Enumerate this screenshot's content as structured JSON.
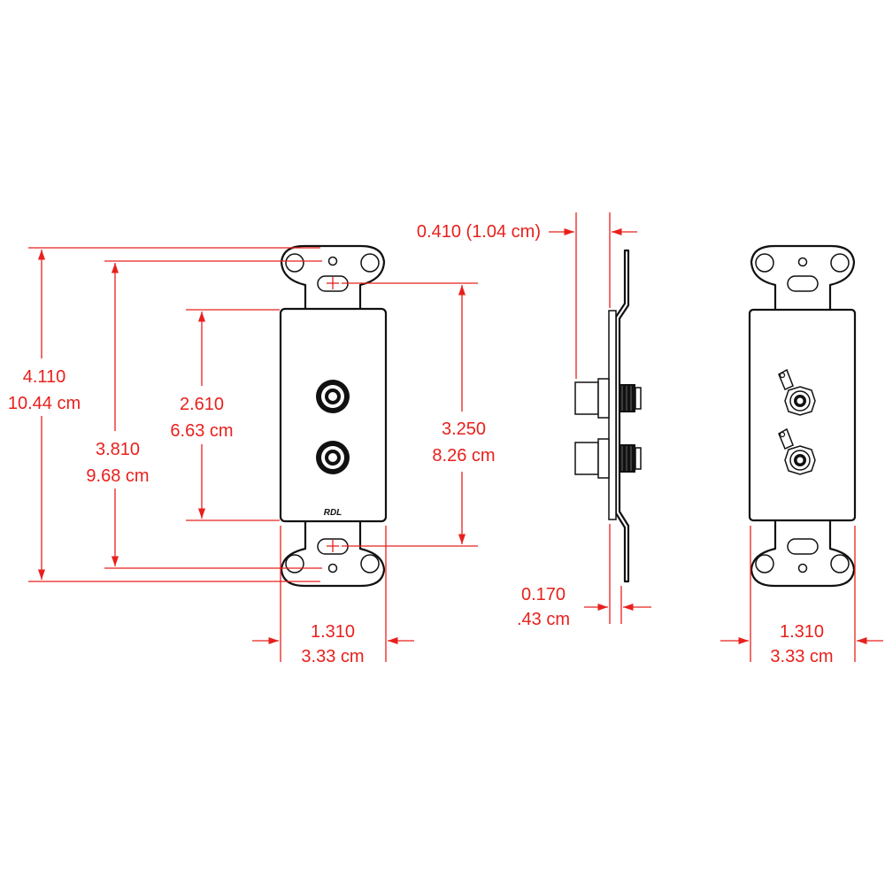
{
  "front_view": {
    "overall_height": {
      "inches": "4.110",
      "cm": "10.44 cm"
    },
    "mount_hole_spacing": {
      "inches": "3.810",
      "cm": "9.68 cm"
    },
    "plate_height": {
      "inches": "2.610",
      "cm": "6.63 cm"
    },
    "screw_spacing": {
      "inches": "3.250",
      "cm": "8.26 cm"
    },
    "width": {
      "inches": "1.310",
      "cm": "3.33 cm"
    },
    "logo": "RDL"
  },
  "side_view": {
    "depth": "0.410 (1.04 cm)",
    "thickness": {
      "inches": "0.170",
      "cm": ".43 cm"
    }
  },
  "rear_view": {
    "width": {
      "inches": "1.310",
      "cm": "3.33 cm"
    }
  },
  "colors": {
    "dimension": "#e8201c",
    "outline": "#111111"
  }
}
